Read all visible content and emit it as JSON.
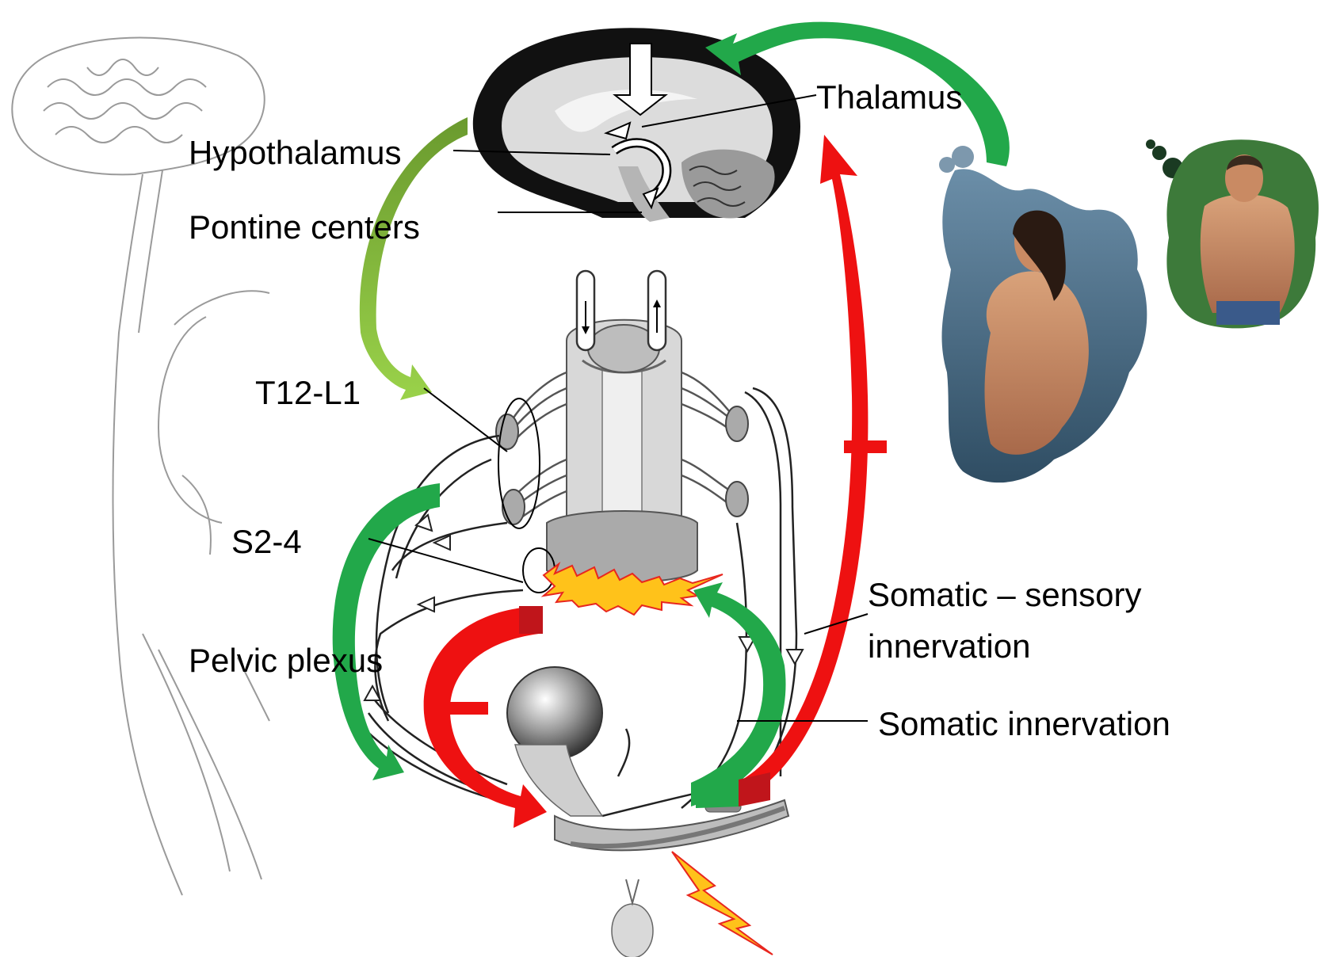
{
  "labels": {
    "thalamus": "Thalamus",
    "hypothalamus": "Hypothalamus",
    "pontine": "Pontine centers",
    "t12l1": "T12-L1",
    "s24": "S2-4",
    "pelvic_plexus": "Pelvic plexus",
    "somatic_sensory_1": "Somatic – sensory",
    "somatic_sensory_2": "innervation",
    "somatic_innervation": "Somatic innervation"
  },
  "colors": {
    "excitatory": "#22a84a",
    "excitatory_light": "#7cc242",
    "inhibitory": "#ee1111",
    "inhibitory_dark": "#c0151b",
    "stimulus_fill": "#ffc21a",
    "stimulus_stroke": "#e8261f",
    "sketch": "#9a9a9a",
    "ink": "#222222"
  },
  "icons": {
    "brain_sagittal": "brain-sagittal-section",
    "cns_sketch": "cns-outline-sketch",
    "spinal_cord": "spinal-cord-segment",
    "pelvic_organs": "bladder-and-penis",
    "stimulus_burst": "stimulus-burst-icon",
    "lightning": "lightning-bolt-icon",
    "thought_bubble_female": "thought-bubble-woman",
    "thought_bubble_male": "thought-bubble-man"
  }
}
